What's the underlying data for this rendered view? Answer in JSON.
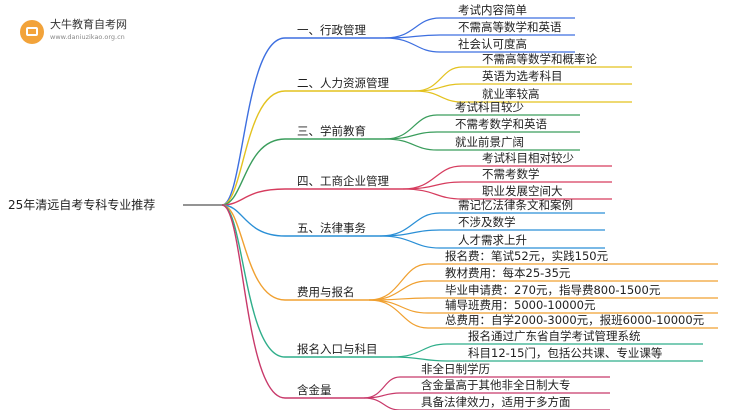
{
  "logo": {
    "name": "大牛教育自考网",
    "url": "www.daniuzikao.org.cn"
  },
  "root": "25年清远自考专科专业推荐",
  "branches": [
    {
      "label": "一、行政管理",
      "color": "#3d6fe0",
      "children": [
        "考试内容简单",
        "不需高等数学和英语",
        "社会认可度高"
      ]
    },
    {
      "label": "二、人力资源管理",
      "color": "#e3c21f",
      "children": [
        "不需高等数学和概率论",
        "英语为选考科目",
        "就业率较高"
      ]
    },
    {
      "label": "三、学前教育",
      "color": "#3a9d5c",
      "children": [
        "考试科目较少",
        "不需考数学和英语",
        "就业前景广阔"
      ]
    },
    {
      "label": "四、工商企业管理",
      "color": "#d63c5e",
      "children": [
        "考试科目相对较少",
        "不需考数学",
        "职业发展空间大"
      ]
    },
    {
      "label": "五、法律事务",
      "color": "#2a8fd6",
      "children": [
        "需记忆法律条文和案例",
        "不涉及数学",
        "人才需求上升"
      ]
    },
    {
      "label": "费用与报名",
      "color": "#f0a030",
      "children": [
        "报名费：笔试52元，实践150元",
        "教材费用：每本25-35元",
        "毕业申请费：270元，指导费800-1500元",
        "辅导班费用：5000-10000元",
        "总费用：自学2000-3000元，报班6000-10000元"
      ]
    },
    {
      "label": "报名入口与科目",
      "color": "#2fae8a",
      "children": [
        "报名通过广东省自学考试管理系统",
        "科目12-15门，包括公共课、专业课等"
      ]
    },
    {
      "label": "含金量",
      "color": "#c8396a",
      "children": [
        "非全日制学历",
        "含金量高于其他非全日制大专",
        "具备法律效力，适用于多方面"
      ]
    }
  ]
}
